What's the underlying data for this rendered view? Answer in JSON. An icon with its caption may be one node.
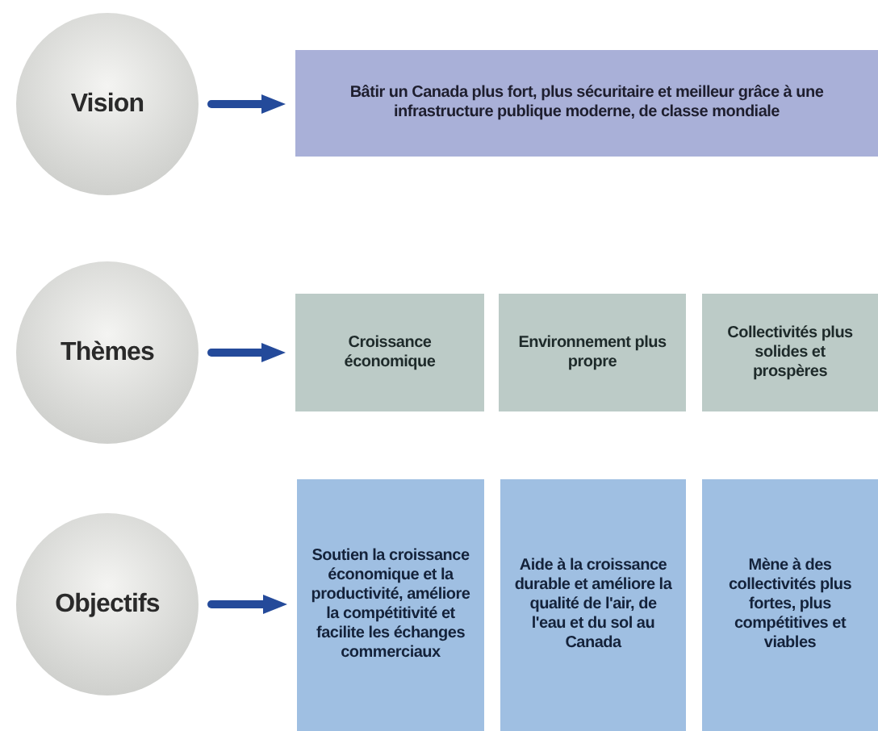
{
  "diagram": {
    "nodes": [
      {
        "text": [
          "Vision"
        ]
      },
      {
        "text": [
          "Bâtir un Canada plus fort, plus sécuritaire et meilleur grâce à une infrastructure publique moderne, de classe mondiale"
        ]
      },
      {
        "text": [
          "Thèmes"
        ]
      },
      {
        "text": [
          "Croissance économique"
        ]
      },
      {
        "text": [
          "Environnement plus propre"
        ]
      },
      {
        "text": [
          "Collectivités plus solides et prospères"
        ]
      },
      {
        "text": [
          "Objectifs"
        ]
      },
      {
        "text": [
          "Soutien la croissance économique et la productivité, améliore la compétitivité et facilite les échanges commerciaux"
        ]
      },
      {
        "text": [
          "Aide à la croissance durable et améliore la qualité de l'air, de l'eau et du sol au Canada"
        ]
      },
      {
        "text": [
          "Mène à des collectivités plus fortes, plus compétitives et viables"
        ]
      }
    ],
    "edges": [
      {
        "from": 0,
        "to": 1,
        "arrow": "to"
      },
      {
        "from": 2,
        "to": 3,
        "arrow": "to"
      },
      {
        "from": 6,
        "to": 7,
        "arrow": "to"
      }
    ]
  }
}
